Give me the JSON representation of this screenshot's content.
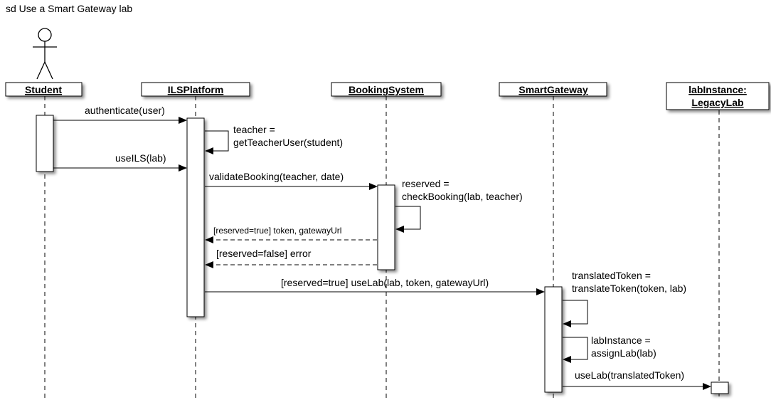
{
  "diagram": {
    "title": "sd Use a Smart Gateway lab",
    "participants": {
      "student": "Student",
      "ilsplatform": "ILSPlatform",
      "bookingsystem": "BookingSystem",
      "smartgateway": "SmartGateway",
      "labinstance_line1": "labInstance:",
      "labinstance_line2": "LegacyLab"
    },
    "messages": {
      "m1": "authenticate(user)",
      "m2_line1": "teacher =",
      "m2_line2": "getTeacherUser(student)",
      "m3": "useILS(lab)",
      "m4": "validateBooking(teacher, date)",
      "m5_line1": "reserved =",
      "m5_line2": "checkBooking(lab, teacher)",
      "m6": "[reserved=true] token, gatewayUrl",
      "m7": "[reserved=false] error",
      "m8": "[reserved=true] useLab(lab, token, gatewayUrl)",
      "m9_line1": "translatedToken =",
      "m9_line2": "translateToken(token, lab)",
      "m10_line1": "labInstance =",
      "m10_line2": "assignLab(lab)",
      "m11": "useLab(translatedToken)"
    }
  }
}
